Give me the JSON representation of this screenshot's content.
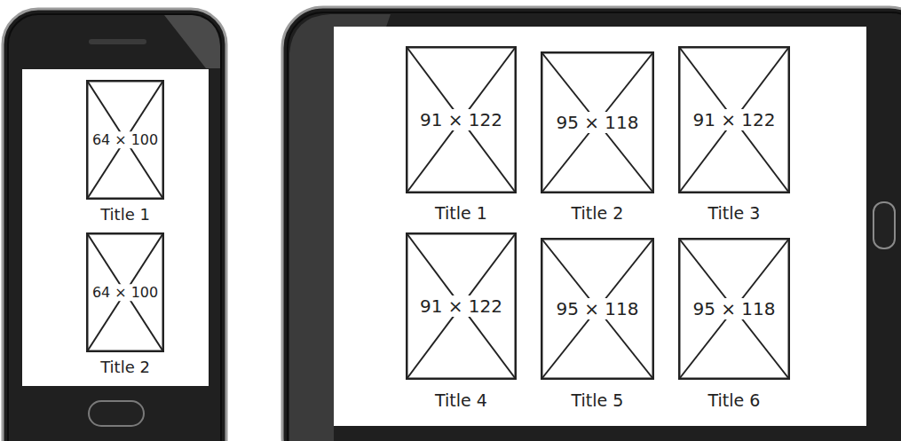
{
  "diagram": {
    "nodes": [
      {
        "text": [
          "64 × 100",
          "Title 1"
        ]
      },
      {
        "text": [
          "64 × 100",
          "Title 2"
        ]
      },
      {
        "text": [
          "91 × 122",
          "Title 1"
        ]
      },
      {
        "text": [
          "95 × 118",
          "Title 2"
        ]
      },
      {
        "text": [
          "91 × 122",
          "Title 3"
        ]
      },
      {
        "text": [
          "91 × 122",
          "Title 4"
        ]
      },
      {
        "text": [
          "95 × 118",
          "Title 5"
        ]
      },
      {
        "text": [
          "95 × 118",
          "Title 6"
        ]
      }
    ]
  }
}
